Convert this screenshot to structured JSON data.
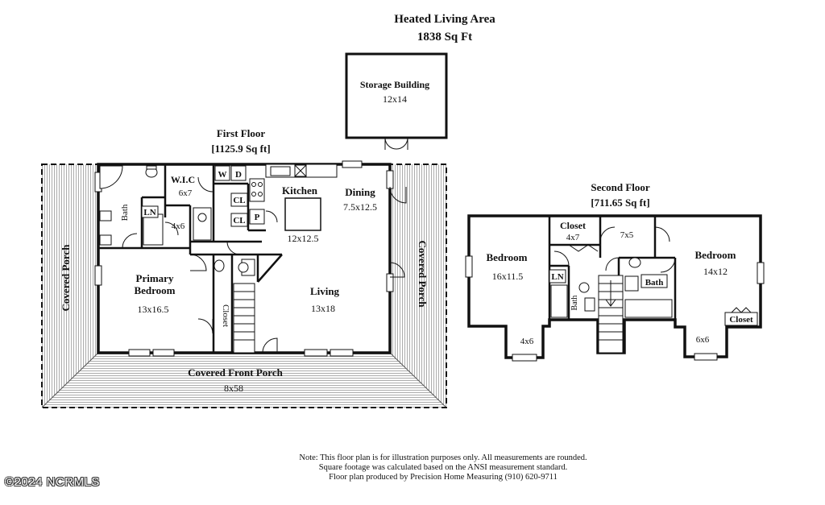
{
  "header": {
    "title": "Heated Living Area",
    "total_sqft": "1838 Sq Ft"
  },
  "storage": {
    "name": "Storage Building",
    "dims": "12x14"
  },
  "first_floor": {
    "name": "First Floor",
    "sqft": "[1125.9 Sq ft]",
    "rooms": {
      "wic": "W.I.C",
      "wic_dims": "6x7",
      "w": "W",
      "d": "D",
      "kitchen": "Kitchen",
      "kitchen_dims": "12x12.5",
      "dining": "Dining",
      "dining_dims": "7.5x12.5",
      "bath": "Bath",
      "ln": "LN",
      "hall_dims": "4x6",
      "cl1": "CL",
      "cl2": "CL",
      "pantry": "P",
      "primary_line1": "Primary",
      "primary_line2": "Bedroom",
      "primary_dims": "13x16.5",
      "closet": "Closet",
      "living": "Living",
      "living_dims": "13x18",
      "porch_left": "Covered Porch",
      "porch_right": "Covered Porch",
      "front_porch": "Covered Front Porch",
      "front_porch_dims": "8x58"
    }
  },
  "second_floor": {
    "name": "Second Floor",
    "sqft": "[711.65 Sq ft]",
    "rooms": {
      "closet": "Closet",
      "closet_dims": "4x7",
      "hall_dims": "7x5",
      "bed_left": "Bedroom",
      "bed_left_dims": "16x11.5",
      "ln": "LN",
      "bath": "Bath",
      "bath_small": "Bath",
      "bed_right": "Bedroom",
      "bed_right_dims": "14x12",
      "closet_right": "Closet",
      "nook_left": "4x6",
      "nook_right": "6x6"
    }
  },
  "note": {
    "line1": "Note: This floor plan is for illustration purposes only. All measurements are rounded.",
    "line2": "Square footage was calculated based on the ANSI measurement standard.",
    "line3": "Floor plan produced by Precision Home Measuring (910) 620-9711"
  },
  "watermark": "©2024 NCRMLS"
}
